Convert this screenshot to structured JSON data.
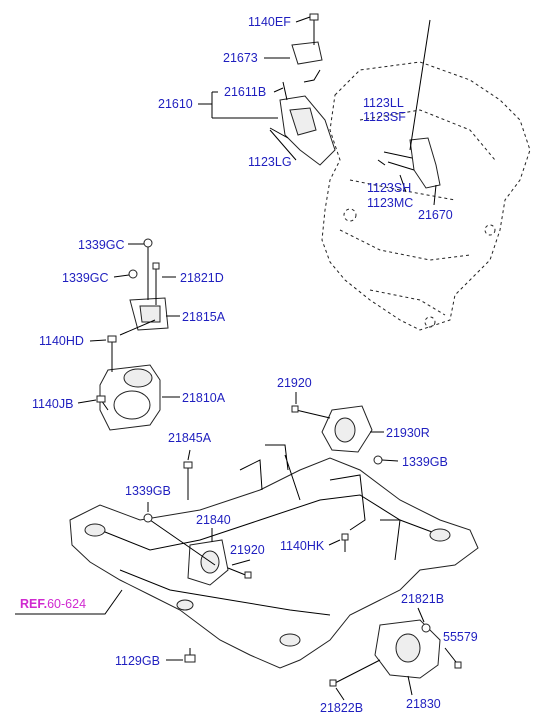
{
  "diagram": {
    "reference": {
      "bold": "REF.",
      "value": "60-624"
    },
    "labels": {
      "l1140EF": "1140EF",
      "l21673": "21673",
      "l21611B": "21611B",
      "l21610": "21610",
      "l1123LG": "1123LG",
      "l1123LL": "1123LL",
      "l1123SF": "1123SF",
      "l1123SH": "1123SH",
      "l1123MC": "1123MC",
      "l21670": "21670",
      "l1339GC_a": "1339GC",
      "l1339GC_b": "1339GC",
      "l21821D": "21821D",
      "l21815A": "21815A",
      "l1140HD": "1140HD",
      "l1140JB": "1140JB",
      "l21810A": "21810A",
      "l21920_a": "21920",
      "l21930R": "21930R",
      "l1339GB_a": "1339GB",
      "l21845A": "21845A",
      "l1339GB_b": "1339GB",
      "l21840": "21840",
      "l21920_b": "21920",
      "l1140HK": "1140HK",
      "l21821B": "21821B",
      "l55579": "55579",
      "l1129GB": "1129GB",
      "l21822B": "21822B",
      "l21830": "21830"
    }
  }
}
